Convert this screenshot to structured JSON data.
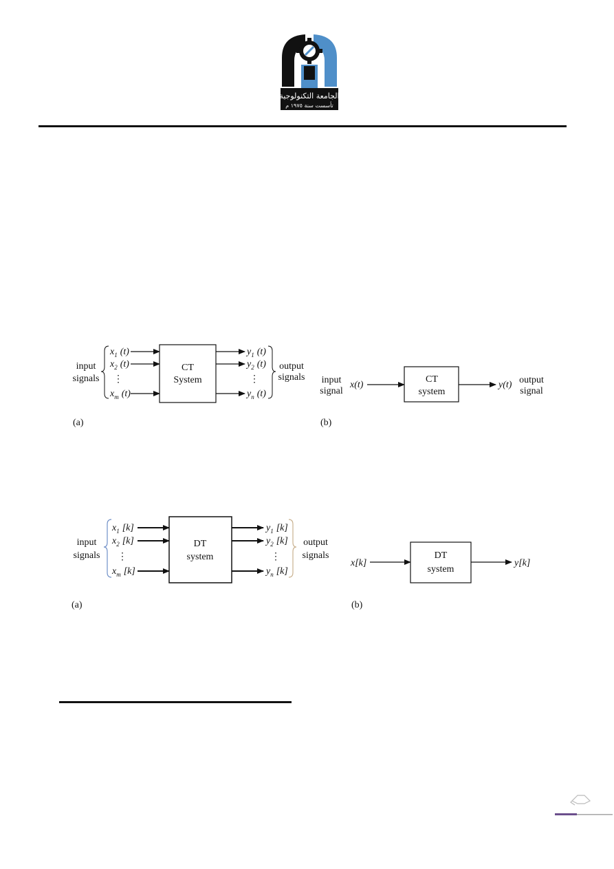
{
  "header": {
    "logo_text_line1": "الجامعة التكنولوجية",
    "logo_text_line2": "تأسست سنة ١٩٧٥ م"
  },
  "figure_ct_multi": {
    "caption": "(a)",
    "input_label_line1": "input",
    "input_label_line2": "signals",
    "output_label_line1": "output",
    "output_label_line2": "signals",
    "box_line1": "CT",
    "box_line2": "System",
    "inputs": [
      {
        "base": "x",
        "sub": "1",
        "arg": "(t)"
      },
      {
        "base": "x",
        "sub": "2",
        "arg": "(t)"
      },
      {
        "base": "x",
        "sub": "m",
        "arg": "(t)"
      }
    ],
    "outputs": [
      {
        "base": "y",
        "sub": "1",
        "arg": "(t)"
      },
      {
        "base": "y",
        "sub": "2",
        "arg": "(t)"
      },
      {
        "base": "y",
        "sub": "n",
        "arg": "(t)"
      }
    ],
    "ellipsis": "⋮"
  },
  "figure_ct_single": {
    "caption": "(b)",
    "input_label_line1": "input",
    "input_label_line2": "signal",
    "output_label_line1": "output",
    "output_label_line2": "signal",
    "box_line1": "CT",
    "box_line2": "system",
    "input_signal": "x(t)",
    "output_signal": "y(t)"
  },
  "figure_dt_multi": {
    "caption": "(a)",
    "input_label_line1": "input",
    "input_label_line2": "signals",
    "output_label_line1": "output",
    "output_label_line2": "signals",
    "box_line1": "DT",
    "box_line2": "system",
    "inputs": [
      {
        "base": "x",
        "sub": "1",
        "arg": "[k]"
      },
      {
        "base": "x",
        "sub": "2",
        "arg": "[k]"
      },
      {
        "base": "x",
        "sub": "m",
        "arg": "[k]"
      }
    ],
    "outputs": [
      {
        "base": "y",
        "sub": "1",
        "arg": "[k]"
      },
      {
        "base": "y",
        "sub": "2",
        "arg": "[k]"
      },
      {
        "base": "y",
        "sub": "n",
        "arg": "[k]"
      }
    ],
    "ellipsis": "⋮"
  },
  "figure_dt_single": {
    "caption": "(b)",
    "box_line1": "DT",
    "box_line2": "system",
    "input_signal": "x[k]",
    "output_signal": "y[k]"
  },
  "colors": {
    "logo_black": "#111111",
    "logo_blue": "#4f8fc9",
    "footer_accent": "#6b4f8c",
    "brace_blue": "#6f8fc7",
    "brace_tan": "#c9b18f"
  }
}
